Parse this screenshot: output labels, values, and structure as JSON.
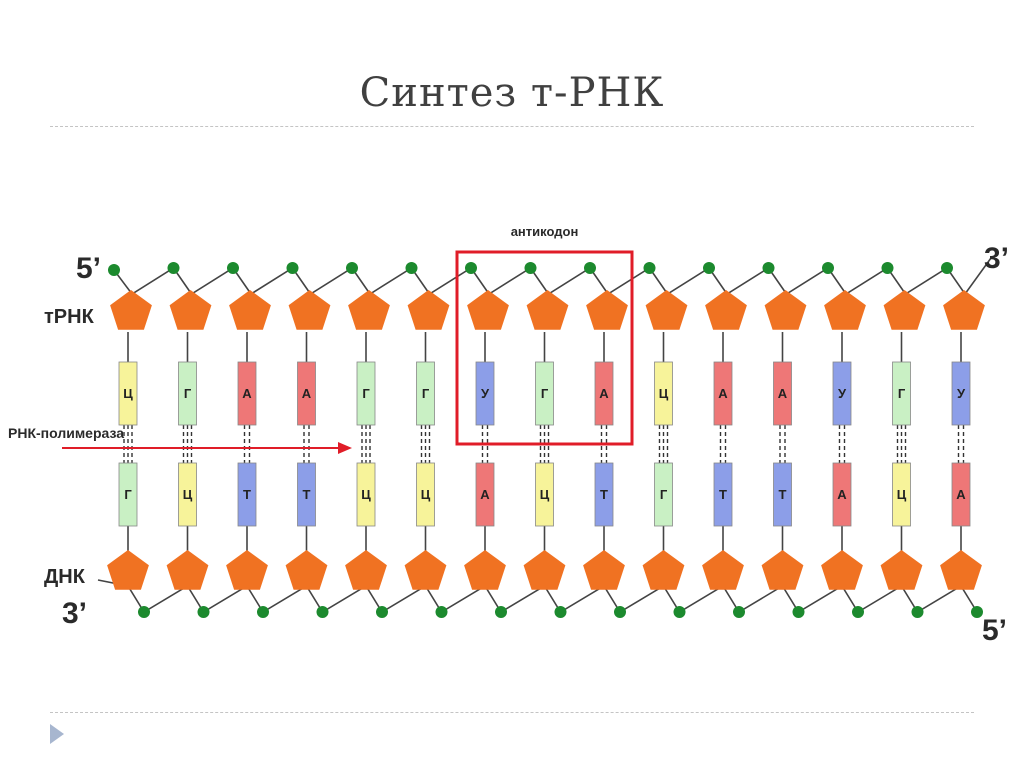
{
  "title": "Синтез т-РНК",
  "labels": {
    "trna": "тРНК",
    "dna": "ДНК",
    "polymerase": "РНК-полимераза",
    "anticodon": "антикодон",
    "top_left_end": "5’",
    "top_right_end": "3’",
    "bottom_left_end": "3’",
    "bottom_right_end": "5’"
  },
  "trna_bases": [
    "Ц",
    "Г",
    "А",
    "А",
    "Г",
    "Г",
    "У",
    "Г",
    "А",
    "Ц",
    "А",
    "А",
    "У",
    "Г",
    "У"
  ],
  "dna_bases": [
    "Г",
    "Ц",
    "Т",
    "Т",
    "Ц",
    "Ц",
    "А",
    "Ц",
    "Т",
    "Г",
    "Т",
    "Т",
    "А",
    "Ц",
    "А"
  ],
  "anticodon_range": [
    6,
    8
  ],
  "base_colors": {
    "Ц": "#f7f39a",
    "Г": "#c9f0c4",
    "А": "#ee7777",
    "Т": "#8c9ee8",
    "У": "#8c9ee8"
  },
  "colors": {
    "sugar": "#f07222",
    "phosphate": "#1c8a2e",
    "anticodon_box": "#e01d28",
    "arrow": "#e01d28"
  },
  "icons": [
    "play-triangle-icon"
  ]
}
